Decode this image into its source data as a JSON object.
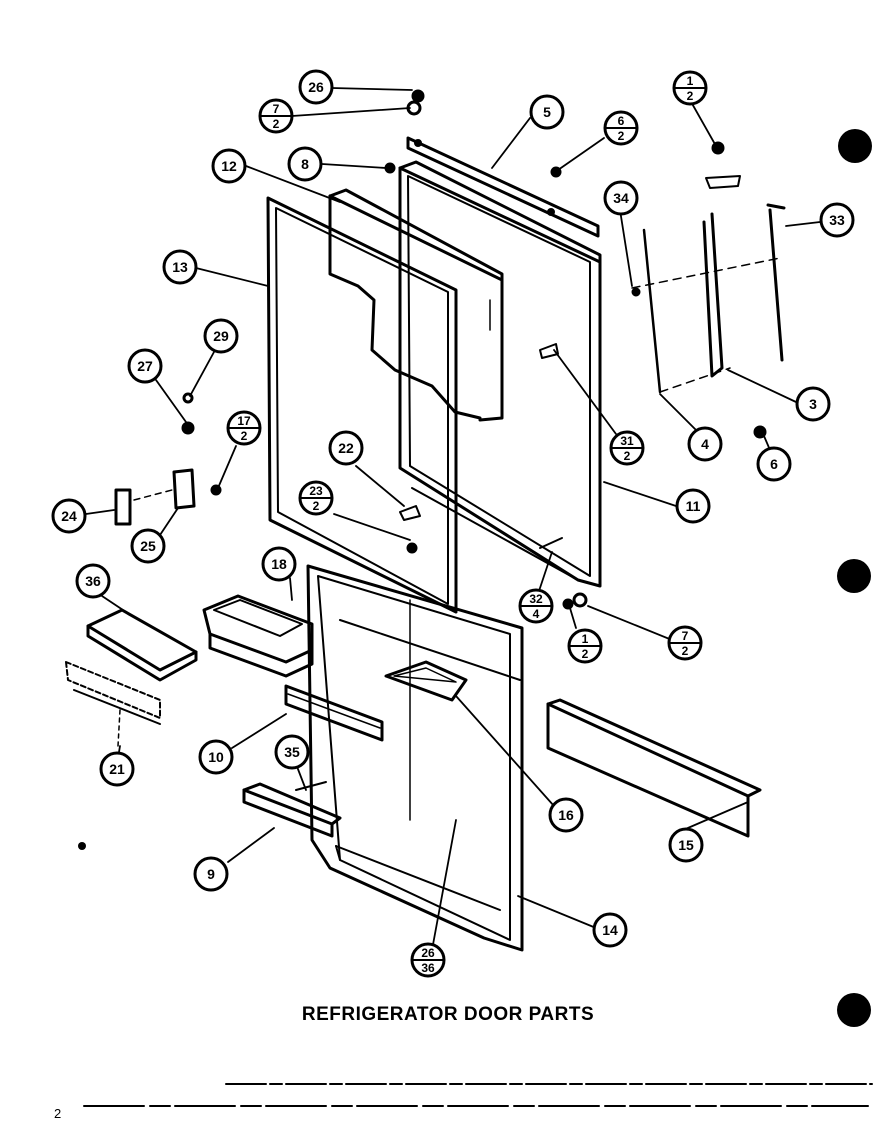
{
  "title": "REFRIGERATOR DOOR PARTS",
  "page_number": "2",
  "callouts": [
    {
      "id": "c26a",
      "label": "26",
      "stacked": false
    },
    {
      "id": "c7_2a",
      "label": "7/2",
      "stacked": true
    },
    {
      "id": "c5",
      "label": "5",
      "stacked": false
    },
    {
      "id": "c6_2",
      "label": "6/2",
      "stacked": true
    },
    {
      "id": "c1_2a",
      "label": "1/2",
      "stacked": true
    },
    {
      "id": "c8",
      "label": "8",
      "stacked": false
    },
    {
      "id": "c12",
      "label": "12",
      "stacked": false
    },
    {
      "id": "c34",
      "label": "34",
      "stacked": false
    },
    {
      "id": "c33",
      "label": "33",
      "stacked": false
    },
    {
      "id": "c13",
      "label": "13",
      "stacked": false
    },
    {
      "id": "c29",
      "label": "29",
      "stacked": false
    },
    {
      "id": "c27",
      "label": "27",
      "stacked": false
    },
    {
      "id": "c3",
      "label": "3",
      "stacked": false
    },
    {
      "id": "c4",
      "label": "4",
      "stacked": false
    },
    {
      "id": "c31_2",
      "label": "31/2",
      "stacked": true
    },
    {
      "id": "c6",
      "label": "6",
      "stacked": false
    },
    {
      "id": "c17_2",
      "label": "17/2",
      "stacked": true
    },
    {
      "id": "c22",
      "label": "22",
      "stacked": false
    },
    {
      "id": "c11",
      "label": "11",
      "stacked": false
    },
    {
      "id": "c23_2",
      "label": "23/2",
      "stacked": true
    },
    {
      "id": "c24",
      "label": "24",
      "stacked": false
    },
    {
      "id": "c25",
      "label": "25",
      "stacked": false
    },
    {
      "id": "c36",
      "label": "36",
      "stacked": false
    },
    {
      "id": "c18",
      "label": "18",
      "stacked": false
    },
    {
      "id": "c32_4",
      "label": "32/4",
      "stacked": true
    },
    {
      "id": "c1_2b",
      "label": "1/2",
      "stacked": true
    },
    {
      "id": "c7_2b",
      "label": "7/2",
      "stacked": true
    },
    {
      "id": "c21",
      "label": "21",
      "stacked": false
    },
    {
      "id": "c10",
      "label": "10",
      "stacked": false
    },
    {
      "id": "c35",
      "label": "35",
      "stacked": false
    },
    {
      "id": "c16",
      "label": "16",
      "stacked": false
    },
    {
      "id": "c15",
      "label": "15",
      "stacked": false
    },
    {
      "id": "c9",
      "label": "9",
      "stacked": false
    },
    {
      "id": "c14",
      "label": "14",
      "stacked": false
    },
    {
      "id": "c26_36",
      "label": "26/36",
      "stacked": true
    }
  ]
}
